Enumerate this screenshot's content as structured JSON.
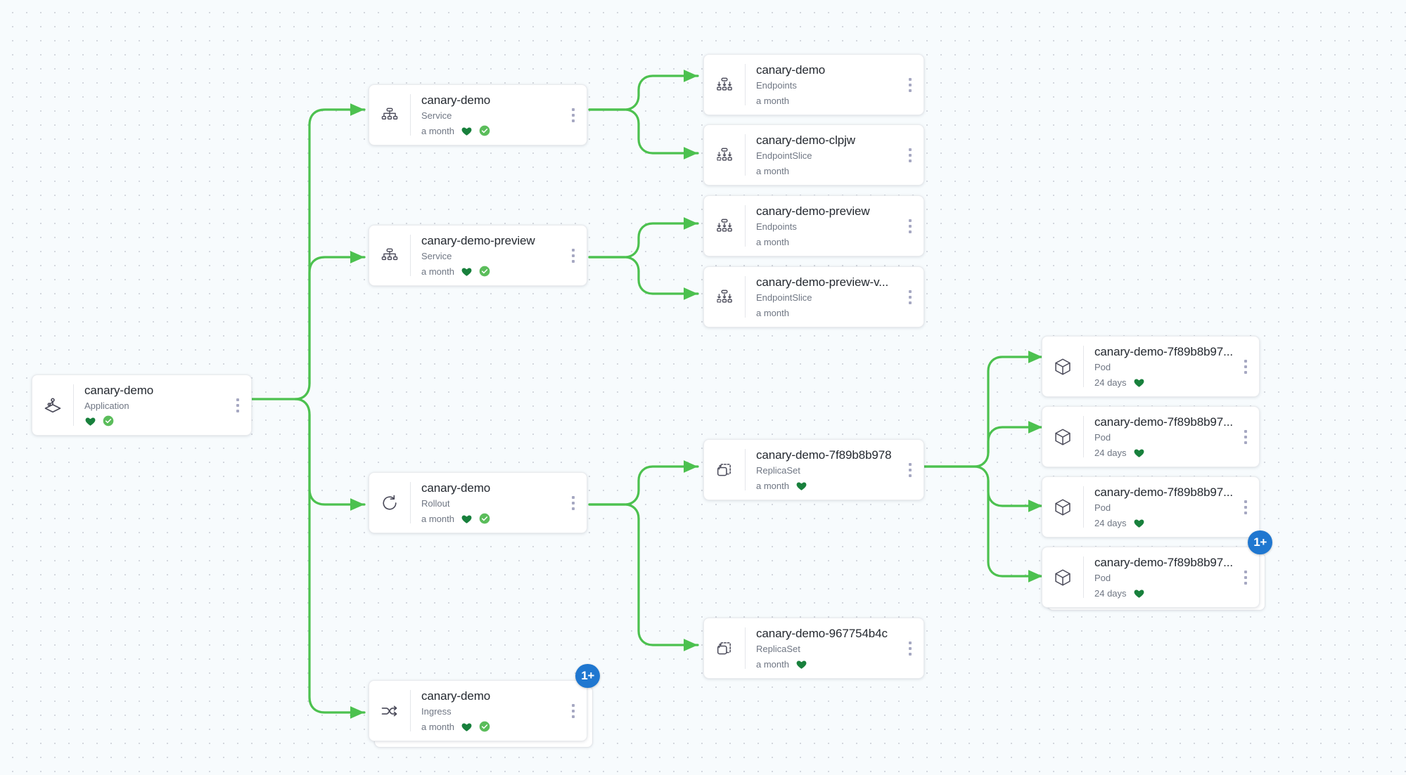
{
  "view": {
    "name": "application-resource-tree",
    "background_color": "#f7fbfd",
    "edge_color": "#4cc14f",
    "healthy_color": "#18803c",
    "synced_color": "#5bbd5b",
    "badge_color": "#1f77d0"
  },
  "nodes": [
    {
      "id": "app",
      "name": "canary-demo",
      "kind": "Application",
      "age": "",
      "icon": "application-icon",
      "health": "healthy",
      "sync": "synced",
      "badge": null
    },
    {
      "id": "svc",
      "name": "canary-demo",
      "kind": "Service",
      "age": "a month",
      "icon": "service-icon",
      "health": "healthy",
      "sync": "synced",
      "badge": null
    },
    {
      "id": "svc-preview",
      "name": "canary-demo-preview",
      "kind": "Service",
      "age": "a month",
      "icon": "service-icon",
      "health": "healthy",
      "sync": "synced",
      "badge": null
    },
    {
      "id": "rollout",
      "name": "canary-demo",
      "kind": "Rollout",
      "age": "a month",
      "icon": "rollout-icon",
      "health": "healthy",
      "sync": "synced",
      "badge": null
    },
    {
      "id": "ingress",
      "name": "canary-demo",
      "kind": "Ingress",
      "age": "a month",
      "icon": "ingress-icon",
      "health": "healthy",
      "sync": "synced",
      "badge": "1+"
    },
    {
      "id": "ep",
      "name": "canary-demo",
      "kind": "Endpoints",
      "age": "a month",
      "icon": "endpoints-icon",
      "health": null,
      "sync": null,
      "badge": null
    },
    {
      "id": "eps",
      "name": "canary-demo-clpjw",
      "kind": "EndpointSlice",
      "age": "a month",
      "icon": "endpointslice-icon",
      "health": null,
      "sync": null,
      "badge": null
    },
    {
      "id": "ep-preview",
      "name": "canary-demo-preview",
      "kind": "Endpoints",
      "age": "a month",
      "icon": "endpoints-icon",
      "health": null,
      "sync": null,
      "badge": null
    },
    {
      "id": "eps-preview",
      "name": "canary-demo-preview-v...",
      "kind": "EndpointSlice",
      "age": "a month",
      "icon": "endpointslice-icon",
      "health": null,
      "sync": null,
      "badge": null
    },
    {
      "id": "rs1",
      "name": "canary-demo-7f89b8b978",
      "kind": "ReplicaSet",
      "age": "a month",
      "icon": "replicaset-icon",
      "health": "healthy",
      "sync": null,
      "badge": null
    },
    {
      "id": "rs2",
      "name": "canary-demo-967754b4c",
      "kind": "ReplicaSet",
      "age": "a month",
      "icon": "replicaset-icon",
      "health": "healthy",
      "sync": null,
      "badge": null
    },
    {
      "id": "pod1",
      "name": "canary-demo-7f89b8b97...",
      "kind": "Pod",
      "age": "24 days",
      "icon": "pod-icon",
      "health": "healthy",
      "sync": null,
      "badge": null
    },
    {
      "id": "pod2",
      "name": "canary-demo-7f89b8b97...",
      "kind": "Pod",
      "age": "24 days",
      "icon": "pod-icon",
      "health": "healthy",
      "sync": null,
      "badge": null
    },
    {
      "id": "pod3",
      "name": "canary-demo-7f89b8b97...",
      "kind": "Pod",
      "age": "24 days",
      "icon": "pod-icon",
      "health": "healthy",
      "sync": null,
      "badge": null
    },
    {
      "id": "pod4",
      "name": "canary-demo-7f89b8b97...",
      "kind": "Pod",
      "age": "24 days",
      "icon": "pod-icon",
      "health": "healthy",
      "sync": null,
      "badge": "1+"
    }
  ]
}
